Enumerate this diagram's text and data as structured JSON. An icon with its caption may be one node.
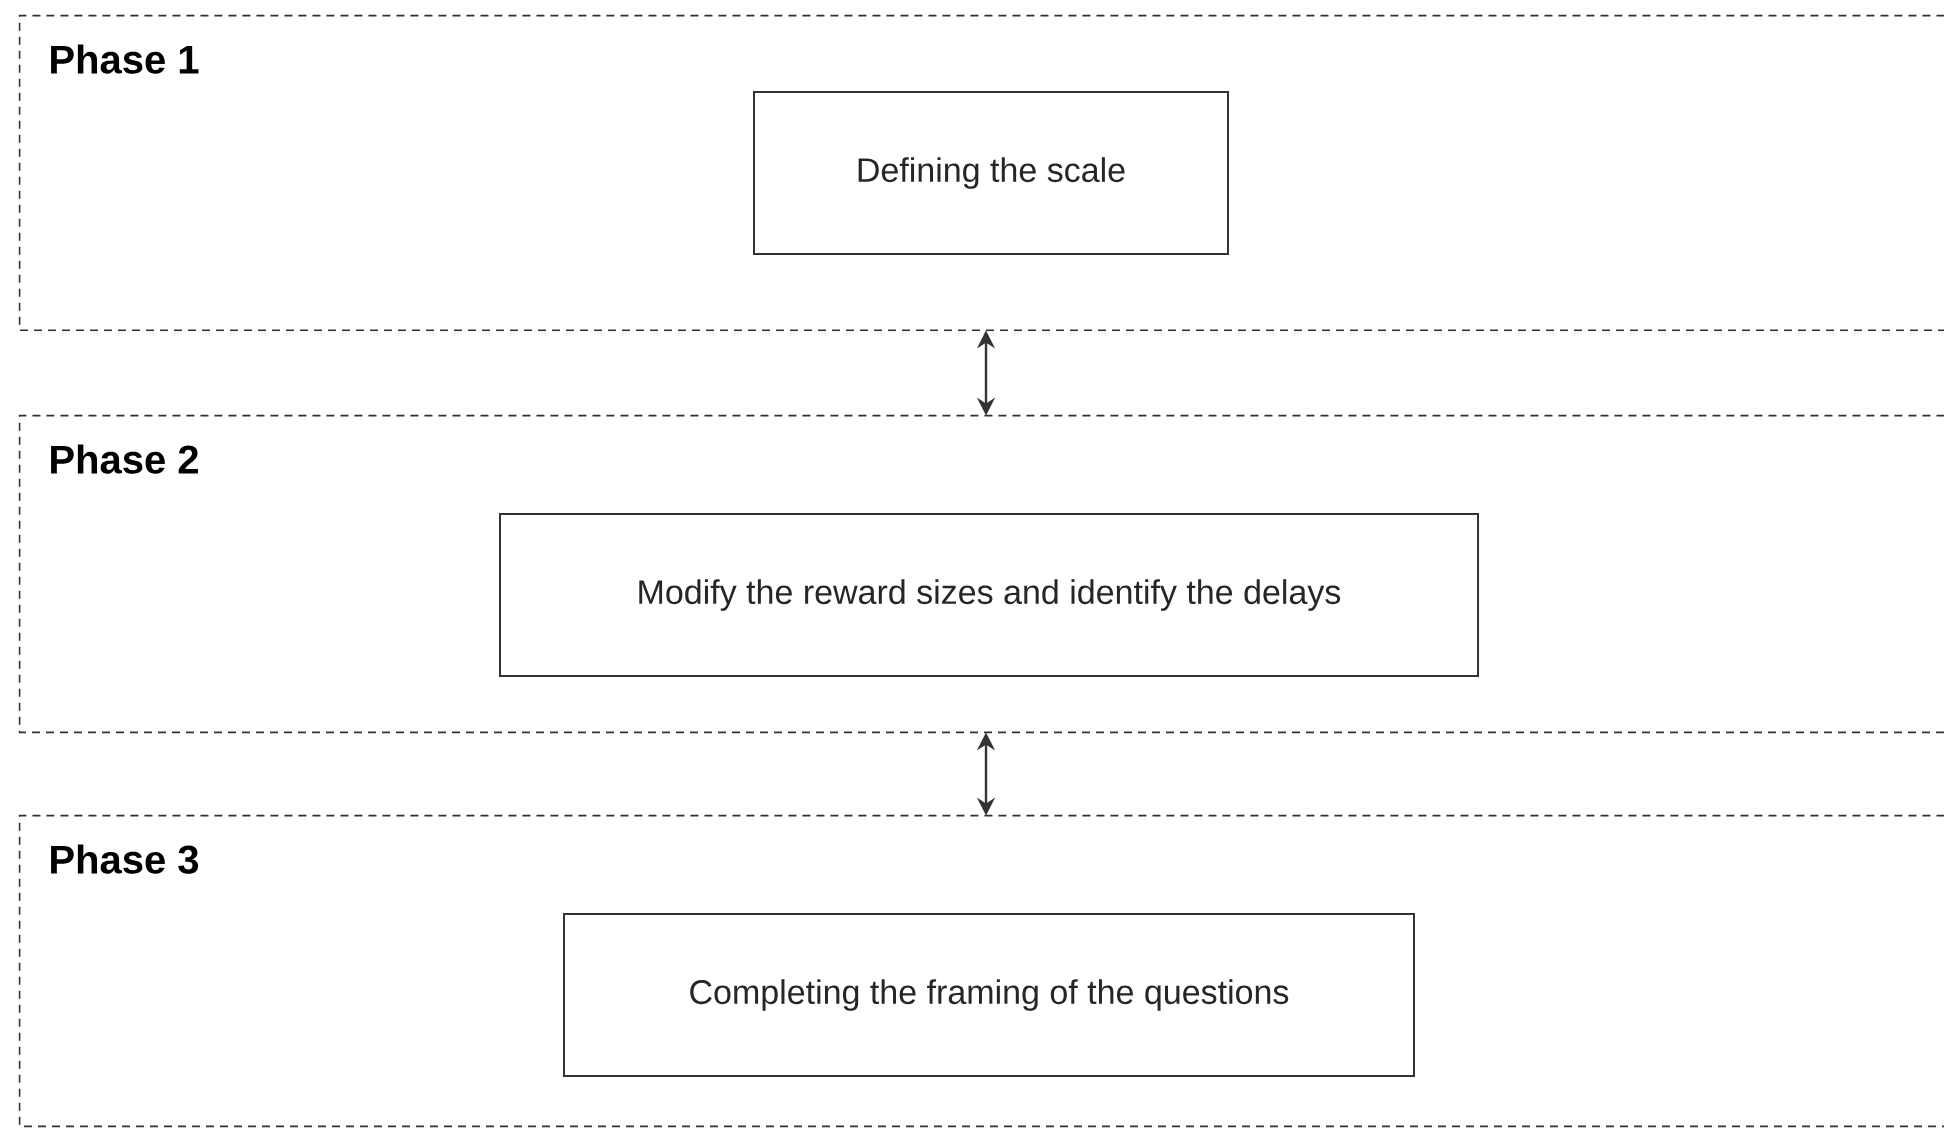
{
  "diagram": {
    "nodes": [
      {
        "text": [
          "Phase 1"
        ]
      },
      {
        "text": [
          "Defining the scale"
        ],
        "in": 0
      },
      {
        "text": [
          "Phase 2"
        ]
      },
      {
        "text": [
          "Modify the reward sizes and identify the delays"
        ],
        "in": 2
      },
      {
        "text": [
          "Phase 3"
        ]
      },
      {
        "text": [
          "Completing the framing of the questions"
        ],
        "in": 4
      }
    ],
    "edges": [
      {
        "from": 0,
        "to": 2,
        "arrow": "both"
      },
      {
        "from": 2,
        "to": 4,
        "arrow": "both"
      }
    ]
  }
}
